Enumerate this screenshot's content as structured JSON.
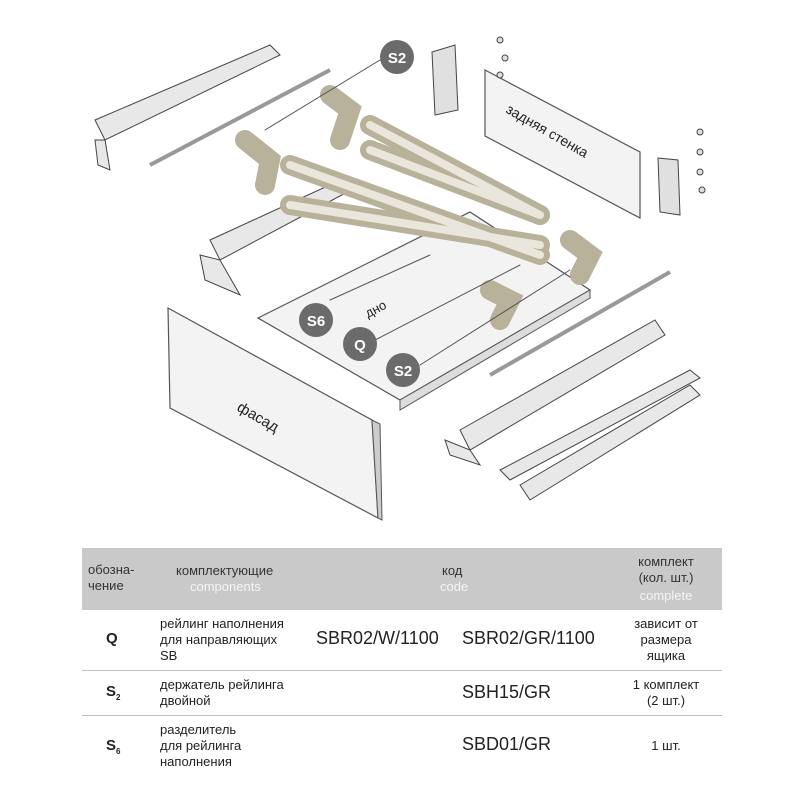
{
  "diagram": {
    "labels": {
      "back_wall": "задняя стенка",
      "bottom": "дно",
      "front": "фасад"
    },
    "callouts": [
      "S2",
      "S6",
      "Q",
      "S2"
    ],
    "colors": {
      "callout": "#6b6b6b",
      "highlight": "#b8b29a",
      "panel": "#f2f2f2"
    }
  },
  "table": {
    "headers": {
      "mark_ru": "обозна-\nчение",
      "components_ru": "комплектующие",
      "components_en": "components",
      "code_ru": "код",
      "code_en": "code",
      "complete_ru": "комплект\n(кол. шт.)",
      "complete_en": "complete"
    },
    "rows": [
      {
        "mark": "Q",
        "mark_sub": "",
        "name": "рейлинг наполнения\nдля направляющих\nSB",
        "code1": "SBR02/W/1100",
        "code2": "SBR02/GR/1100",
        "qty": "зависит от\nразмера\nящика"
      },
      {
        "mark": "S",
        "mark_sub": "2",
        "name": "держатель рейлинга\nдвойной",
        "code1": "",
        "code2": "SBH15/GR",
        "qty": "1 комплект\n(2 шт.)"
      },
      {
        "mark": "S",
        "mark_sub": "6",
        "name": "разделитель\nдля рейлинга\nнаполнения",
        "code1": "",
        "code2": "SBD01/GR",
        "qty": "1 шт."
      }
    ]
  }
}
